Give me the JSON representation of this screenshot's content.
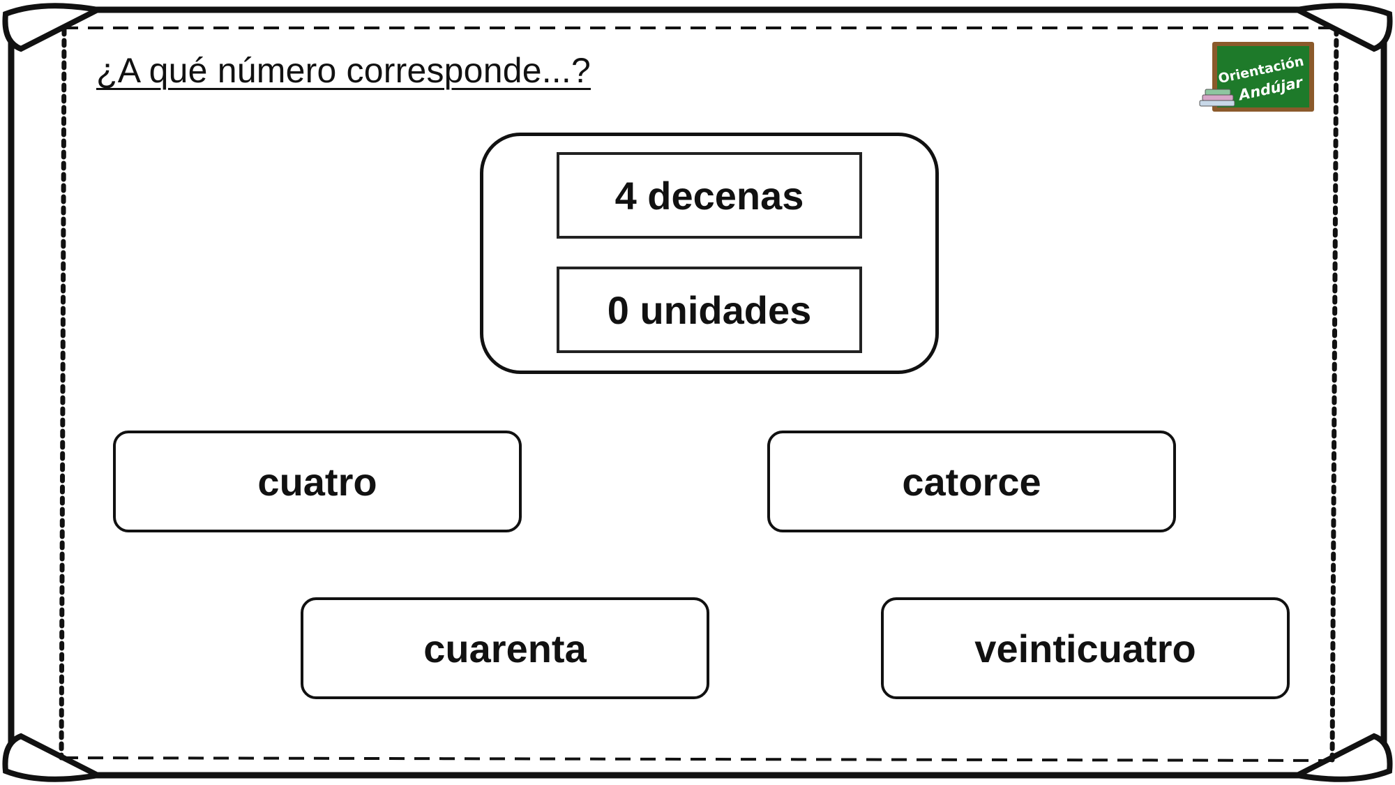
{
  "title": "¿A qué número corresponde...?",
  "logo": {
    "line1": "Orientación",
    "line2": "Andújar",
    "board_color": "#1e7a2a",
    "frame_color": "#8b5a2b"
  },
  "question": {
    "tens": "4 decenas",
    "units": "0 unidades"
  },
  "options": [
    {
      "label": "cuatro"
    },
    {
      "label": "catorce"
    },
    {
      "label": "cuarenta"
    },
    {
      "label": "veinticuatro"
    }
  ]
}
